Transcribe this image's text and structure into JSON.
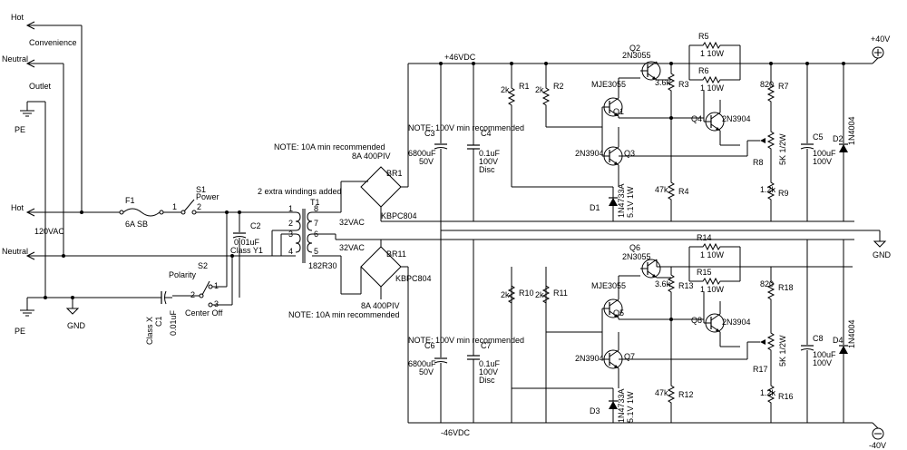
{
  "mains": {
    "hot_top": "Hot",
    "convenience": "Convenience",
    "neutral_top": "Neutral",
    "outlet": "Outlet",
    "pe_top": "PE",
    "hot_in": "Hot",
    "vac_in": "120VAC",
    "neutral_in": "Neutral",
    "pe_bottom": "PE",
    "gnd_left": "GND"
  },
  "primary": {
    "f1": "F1",
    "f1_value": "6A SB",
    "s1": "S1",
    "s1_label": "Power",
    "s1_pin1": "1",
    "s1_pin2": "2",
    "c2": "C2",
    "c2_value": "0.01uF",
    "c2_class": "Class Y1",
    "s2": "S2",
    "s2_label": "Polarity",
    "s2_pos": "Center Off",
    "s2_pin1": "1",
    "s2_pin2": "2",
    "s2_pin3": "3",
    "c1": "C1",
    "c1_value": "0.01uF",
    "c1_class": "Class X"
  },
  "transformer": {
    "name": "T1",
    "part": "182R30",
    "note": "2 extra windings added",
    "pins": [
      "1",
      "2",
      "3",
      "4",
      "8",
      "7",
      "6",
      "5"
    ],
    "sec_top": "32VAC",
    "sec_bottom": "32VAC"
  },
  "rectifiers": {
    "br1": "BR1",
    "br1_part": "KBPC804",
    "br1_rating": "8A 400PIV",
    "br11": "BR11",
    "br11_part": "KBPC804",
    "br11_rating": "8A 400PIV",
    "note_top": "NOTE: 10A min recommended",
    "note_bottom": "NOTE: 10A min recommended"
  },
  "pos_supply": {
    "rail": "+46VDC",
    "c3": "C3",
    "c3_value": "6800uF",
    "c3_volt": "50V",
    "c4": "C4",
    "c4_value": "0.1uF",
    "c4_volt": "100V",
    "c4_type": "Disc",
    "c4_note": "NOTE: 100V min recommended",
    "r1": "R1",
    "r1_value": "2k",
    "r2": "R2",
    "r2_value": "2k",
    "d1": "D1",
    "d1_part": "1N4733A",
    "d1_rating": "5.1V 1W",
    "q1": "Q1",
    "q1_part": "MJE3055",
    "q2": "Q2",
    "q2_part": "2N3055",
    "q3": "Q3",
    "q3_part": "2N3904",
    "q4": "Q4",
    "q4_part": "2N3904",
    "r3": "R3",
    "r3_value": "3.6k",
    "r4": "R4",
    "r4_value": "47k",
    "r5": "R5",
    "r5_value": "1 10W",
    "r6": "R6",
    "r6_value": "1 10W",
    "r7": "R7",
    "r7_value": "820",
    "r8": "R8",
    "r8_value": "5K 1/2W",
    "r9": "R9",
    "r9_value": "1.2k",
    "c5": "C5",
    "c5_value": "100uF",
    "c5_volt": "100V",
    "d2": "D2",
    "d2_part": "1N4004",
    "out": "+40V"
  },
  "neg_supply": {
    "rail": "-46VDC",
    "c6": "C6",
    "c6_value": "6800uF",
    "c6_volt": "50V",
    "c7": "C7",
    "c7_value": "0.1uF",
    "c7_volt": "100V",
    "c7_type": "Disc",
    "c7_note": "NOTE: 100V min recommended",
    "r10": "R10",
    "r10_value": "2k",
    "r11": "R11",
    "r11_value": "2k",
    "d3": "D3",
    "d3_part": "1N4733A",
    "d3_rating": "5.1V 1W",
    "q5": "Q5",
    "q5_part": "MJE3055",
    "q6": "Q6",
    "q6_part": "2N3055",
    "q7": "Q7",
    "q7_part": "2N3904",
    "q8": "Q8",
    "q8_part": "2N3904",
    "r13": "R13",
    "r13_value": "3.6k",
    "r12": "R12",
    "r12_value": "47k",
    "r14": "R14",
    "r14_value": "1 10W",
    "r15": "R15",
    "r15_value": "1 10W",
    "r18": "R18",
    "r18_value": "820",
    "r17": "R17",
    "r17_value": "5K 1/2W",
    "r16": "R16",
    "r16_value": "1.2k",
    "c8": "C8",
    "c8_value": "100uF",
    "c8_volt": "100V",
    "d4": "D4",
    "d4_part": "1N4004",
    "out": "-40V"
  },
  "gnd_right": "GND"
}
